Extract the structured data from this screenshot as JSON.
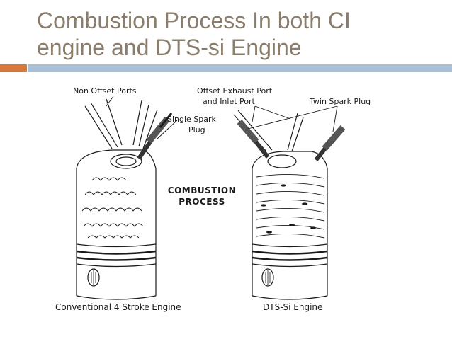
{
  "slide": {
    "title_line1": "Combustion Process In both CI",
    "title_line2": "engine and DTS-si Engine"
  },
  "diagram": {
    "labels": {
      "non_offset_ports": "Non Offset Ports",
      "single_spark_plug_1": "Single Spark",
      "single_spark_plug_2": "Plug",
      "offset_ports_1": "Offset Exhaust Port",
      "offset_ports_2": "and Inlet Port",
      "twin_spark_plug": "Twin Spark Plug",
      "combustion_1": "COMBUSTION",
      "combustion_2": "PROCESS",
      "left_caption": "Conventional 4 Stroke Engine",
      "right_caption": "DTS-Si Engine"
    }
  },
  "colors": {
    "title": "#8b7d6b",
    "accent_orange": "#d9783b",
    "accent_blue": "#a8bfd6",
    "line": "#1a1a1a"
  }
}
